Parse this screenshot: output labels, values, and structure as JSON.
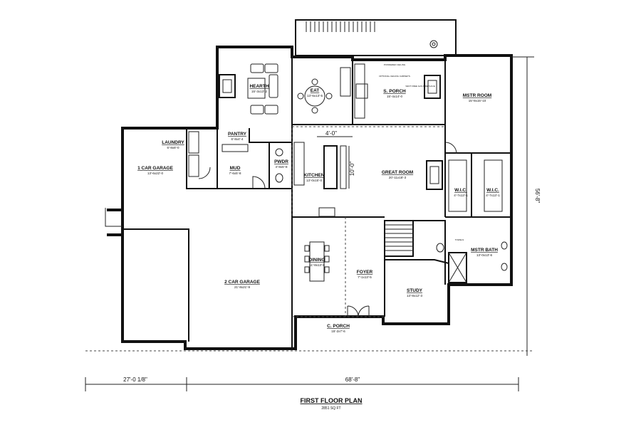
{
  "plan": {
    "title": "FIRST FLOOR PLAN",
    "area": "2851 SQ FT"
  },
  "rooms": {
    "hearth": {
      "name": "HEARTH",
      "dims": "15'-3x13'-2"
    },
    "eat": {
      "name": "EAT",
      "dims": "13'-6x13'-5"
    },
    "sporch": {
      "name": "S. PORCH",
      "dims": "15'-4x14'-0"
    },
    "mstr_room": {
      "name": "MSTR ROOM",
      "dims": "15'-8x15'-10"
    },
    "laundry": {
      "name": "LAUNDRY",
      "dims": "6'-8x8'-0"
    },
    "pantry": {
      "name": "PANTRY",
      "dims": "6'-8x4'-4"
    },
    "one_car": {
      "name": "1 CAR GARAGE",
      "dims": "13'-6x22'-0"
    },
    "mud": {
      "name": "MUD",
      "dims": "7'-6x5'-8"
    },
    "pwdr": {
      "name": "PWDR",
      "dims": "4'-8x5'-8"
    },
    "kitchen": {
      "name": "KITCHEN",
      "dims": "13'-0x15'-0"
    },
    "great_room": {
      "name": "GREAT ROOM",
      "dims": "20'-11x18'-3"
    },
    "wic1": {
      "name": "W.I.C.",
      "dims": "4'-7x13'-1"
    },
    "wic2": {
      "name": "W.I.C.",
      "dims": "4'-7x13'-1"
    },
    "two_car": {
      "name": "2 CAR GARAGE",
      "dims": "21'-8x21'-9"
    },
    "dining": {
      "name": "DINING",
      "dims": "11'-8x13'-8"
    },
    "foyer": {
      "name": "FOYER",
      "dims": "7'-1x13'-5"
    },
    "study": {
      "name": "STUDY",
      "dims": "13'-8x12'-3"
    },
    "mstr_bath": {
      "name": "MSTR BATH",
      "dims": "13'-0x13'-6"
    },
    "cporch": {
      "name": "C. PORCH",
      "dims": "15'-2x7'-6"
    }
  },
  "dimensions": {
    "island_width": "4'-0\"",
    "island_depth": "10'-0\"",
    "overall_depth": "56'-8\"",
    "overall_width": "68'-8\"",
    "left_offset": "27'-0 1/8\""
  },
  "notes": {
    "porch_note1": "POWDERED CEILING",
    "porch_note2": "OPTIONAL CEILING CABINETS",
    "porch_note3": "VENT FREE GAS FIREPLACE",
    "bath_note": "TOWELS"
  }
}
